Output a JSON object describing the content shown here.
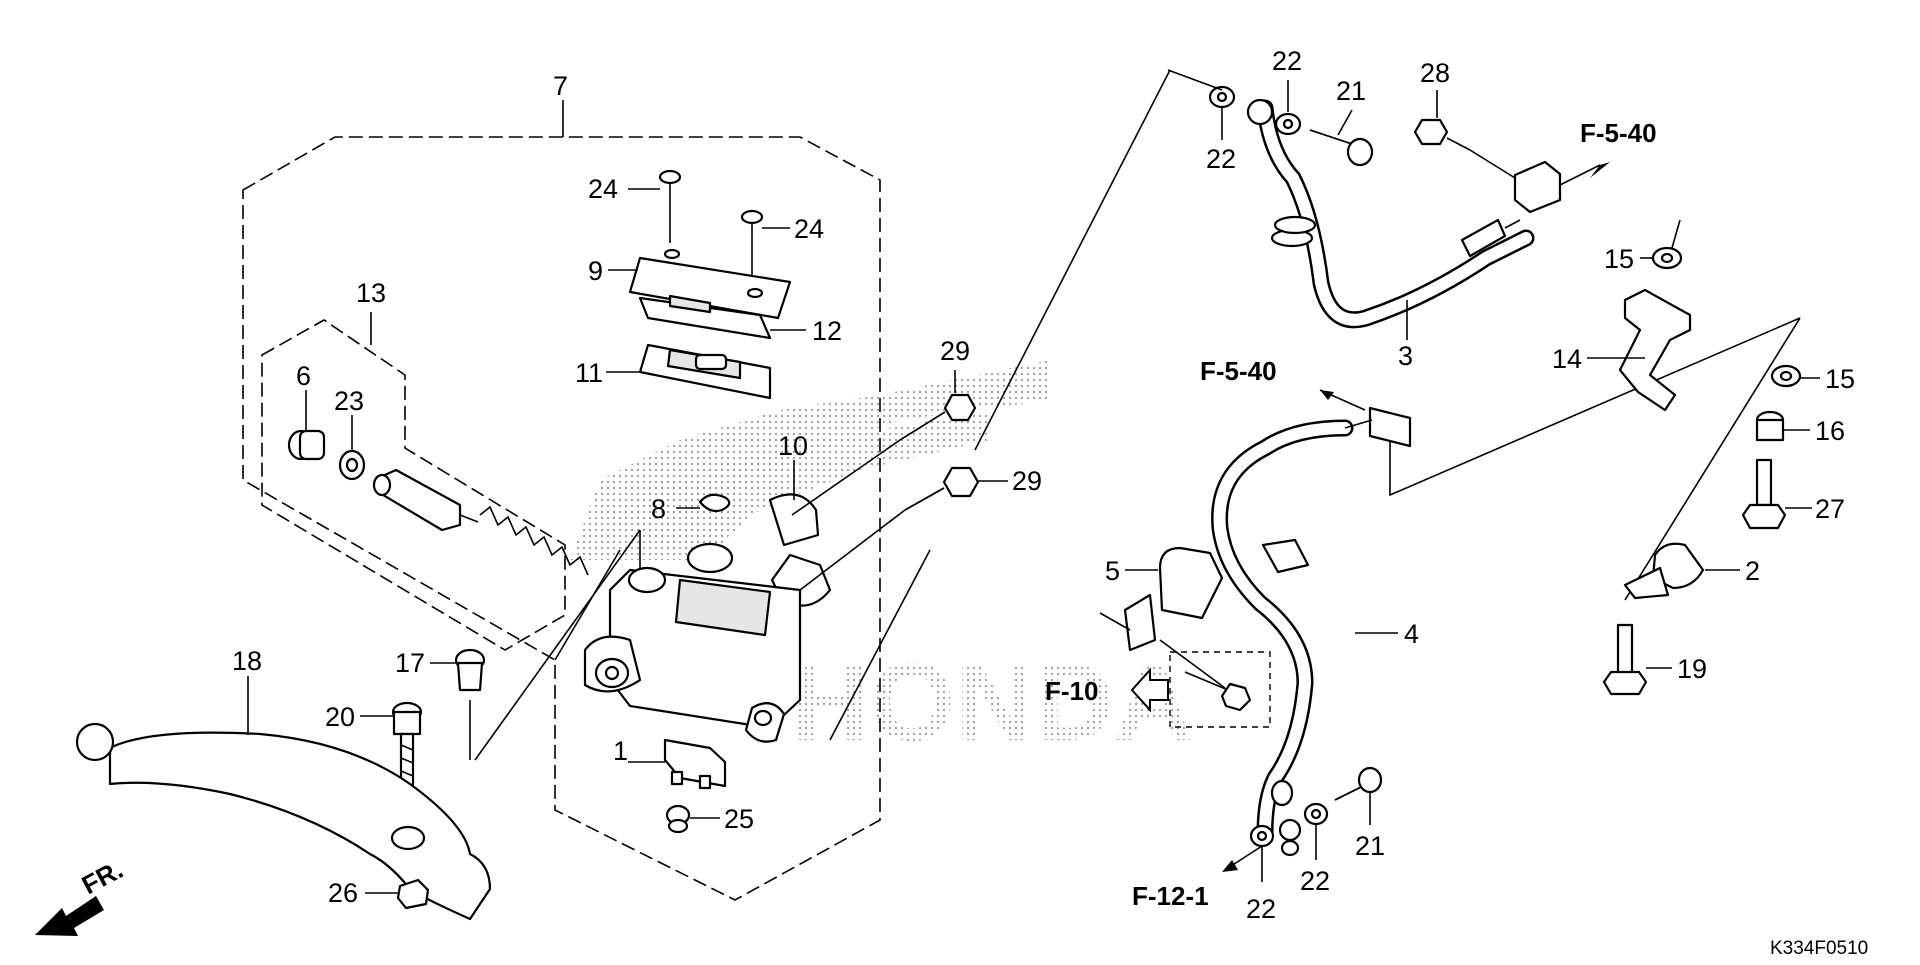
{
  "diagram": {
    "callouts": {
      "c1": "1",
      "c2": "2",
      "c3": "3",
      "c4": "4",
      "c5": "5",
      "c6": "6",
      "c7": "7",
      "c8": "8",
      "c9": "9",
      "c10": "10",
      "c11": "11",
      "c12": "12",
      "c13": "13",
      "c14": "14",
      "c15a": "15",
      "c15b": "15",
      "c16": "16",
      "c17": "17",
      "c18": "18",
      "c19": "19",
      "c20": "20",
      "c21a": "21",
      "c21b": "21",
      "c22a": "22",
      "c22b": "22",
      "c22c": "22",
      "c22d": "22",
      "c23": "23",
      "c24a": "24",
      "c24b": "24",
      "c25": "25",
      "c26": "26",
      "c27": "27",
      "c28": "28",
      "c29a": "29",
      "c29b": "29"
    },
    "references": {
      "ref_top": "F-5-40",
      "ref_mid": "F-5-40",
      "ref_f10": "F-10",
      "ref_f12": "F-12-1"
    },
    "direction_label": "FR.",
    "drawing_code": "K334F0510",
    "watermark_text": "HONDA",
    "arrow_icon": "arrow-left-icon"
  }
}
